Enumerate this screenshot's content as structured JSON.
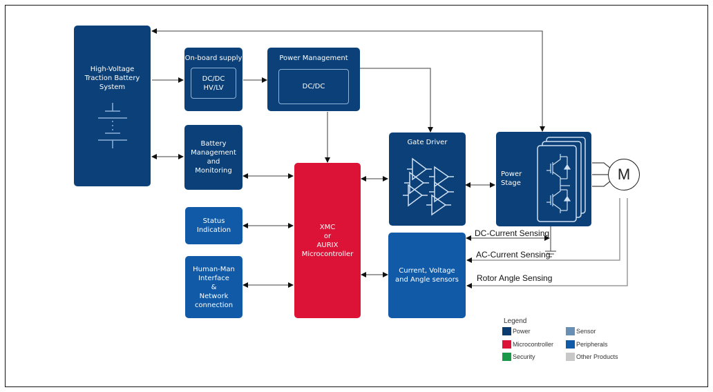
{
  "blocks": {
    "battery": {
      "label": "High-Voltage Traction Battery System",
      "lines": [
        "High-Voltage",
        "Traction Battery",
        "System"
      ],
      "category": "Power"
    },
    "onboard_supply": {
      "title": "On-board supply",
      "inner_lines": [
        "DC/DC",
        "HV/LV"
      ],
      "category": "Power"
    },
    "power_management": {
      "title": "Power Management",
      "inner": "DC/DC",
      "category": "Power"
    },
    "bms": {
      "lines": [
        "Battery",
        "Management",
        "and",
        "Monitoring"
      ],
      "category": "Power"
    },
    "status": {
      "lines": [
        "Status",
        "Indication"
      ],
      "category": "Peripherals"
    },
    "hmi": {
      "lines": [
        "Human-Man",
        "Interface",
        "&",
        "Network",
        "connection"
      ],
      "category": "Peripherals"
    },
    "mcu": {
      "lines": [
        "XMC",
        "or",
        "AURIX",
        "Microcontroller"
      ],
      "category": "Microcontroller"
    },
    "gate_driver": {
      "title": "Gate Driver",
      "category": "Power"
    },
    "power_stage": {
      "lines": [
        "Power",
        "Stage"
      ],
      "category": "Power"
    },
    "sensors": {
      "lines": [
        "Current, Voltage",
        "and Angle sensors"
      ],
      "category": "Peripherals"
    },
    "motor": {
      "label": "M"
    }
  },
  "signals": {
    "dc_current": "DC-Current Sensing",
    "ac_current": "AC-Current Sensing",
    "rotor_angle": "Rotor Angle Sensing"
  },
  "legend": {
    "title": "Legend",
    "items": [
      {
        "label": "Power",
        "color": "#0b3a6e"
      },
      {
        "label": "Microcontroller",
        "color": "#dd1237"
      },
      {
        "label": "Security",
        "color": "#1a9a48"
      },
      {
        "label": "Sensor",
        "color": "#6a8fb5"
      },
      {
        "label": "Peripherals",
        "color": "#105aa8"
      },
      {
        "label": "Other Products",
        "color": "#c8c8c8"
      }
    ]
  },
  "colors": {
    "power": "#0b4178",
    "peripherals": "#105aa8",
    "microcontroller": "#dd1237",
    "wire": "#9a9a9a",
    "arrow": "#111111"
  }
}
